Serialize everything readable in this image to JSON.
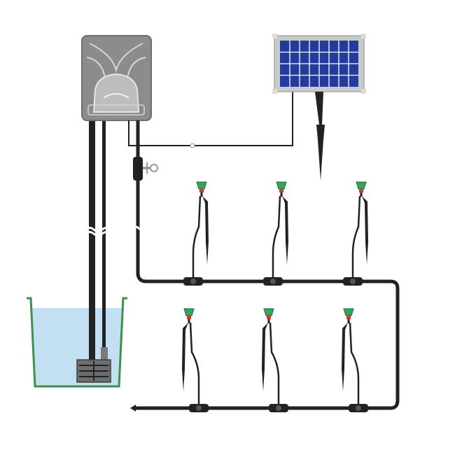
{
  "diagram": {
    "components": {
      "controller": "controller-box",
      "solar_panel": "solar-panel",
      "water_tank": "water-tank",
      "pump": "submersible-pump",
      "valve": "tap-valve",
      "pipe": "drip-main-pipe",
      "drippers_top_row": 3,
      "drippers_bottom_row": 3
    },
    "colors": {
      "pipe": "#222222",
      "controller_body": "#8c8c8c",
      "controller_edge": "#6e6e6e",
      "panel_frame": "#c9c9c9",
      "panel_cell": "#233b9c",
      "panel_grid": "#ffffff",
      "water": "#c3dff2",
      "tank_rim": "#3f8f4f",
      "pump_body": "#7a7a7a",
      "dripper_head": "#3aa35a",
      "dripper_collar": "#d9342b"
    }
  }
}
